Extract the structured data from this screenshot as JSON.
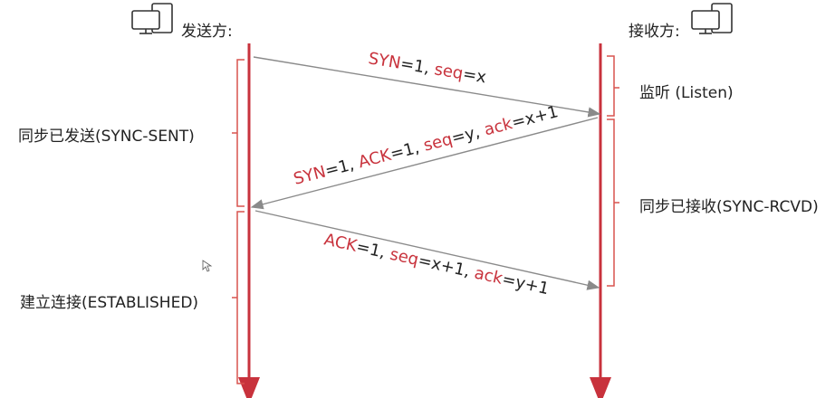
{
  "sender": {
    "title": "发送方:",
    "icon": "computer-icon"
  },
  "receiver": {
    "title": "接收方:",
    "icon": "computer-icon"
  },
  "sender_states": {
    "syn_sent": "同步已发送(SYNC-SENT)",
    "established": "建立连接(ESTABLISHED)"
  },
  "receiver_states": {
    "listen": "监听 (Listen)",
    "syn_rcvd": "同步已接收(SYNC-RCVD)"
  },
  "messages": [
    {
      "parts": [
        [
          "SYN",
          "r"
        ],
        [
          "=1, ",
          "k"
        ],
        [
          "seq",
          "r"
        ],
        [
          "=x",
          "k"
        ]
      ]
    },
    {
      "parts": [
        [
          "SYN",
          "r"
        ],
        [
          "=1, ",
          "k"
        ],
        [
          "ACK",
          "r"
        ],
        [
          "=1, ",
          "k"
        ],
        [
          "seq",
          "r"
        ],
        [
          "=y, ",
          "k"
        ],
        [
          "ack",
          "r"
        ],
        [
          "=x+1",
          "k"
        ]
      ]
    },
    {
      "parts": [
        [
          "ACK",
          "r"
        ],
        [
          "=1, ",
          "k"
        ],
        [
          "seq",
          "r"
        ],
        [
          "=x+1, ",
          "k"
        ],
        [
          "ack",
          "r"
        ],
        [
          "=y+1",
          "k"
        ]
      ]
    }
  ],
  "colors": {
    "lifeline": "#c8323c",
    "bracket": "#d9534f",
    "message_line": "#8a8a8a",
    "keyword": "#c8323c",
    "text": "#222222"
  }
}
